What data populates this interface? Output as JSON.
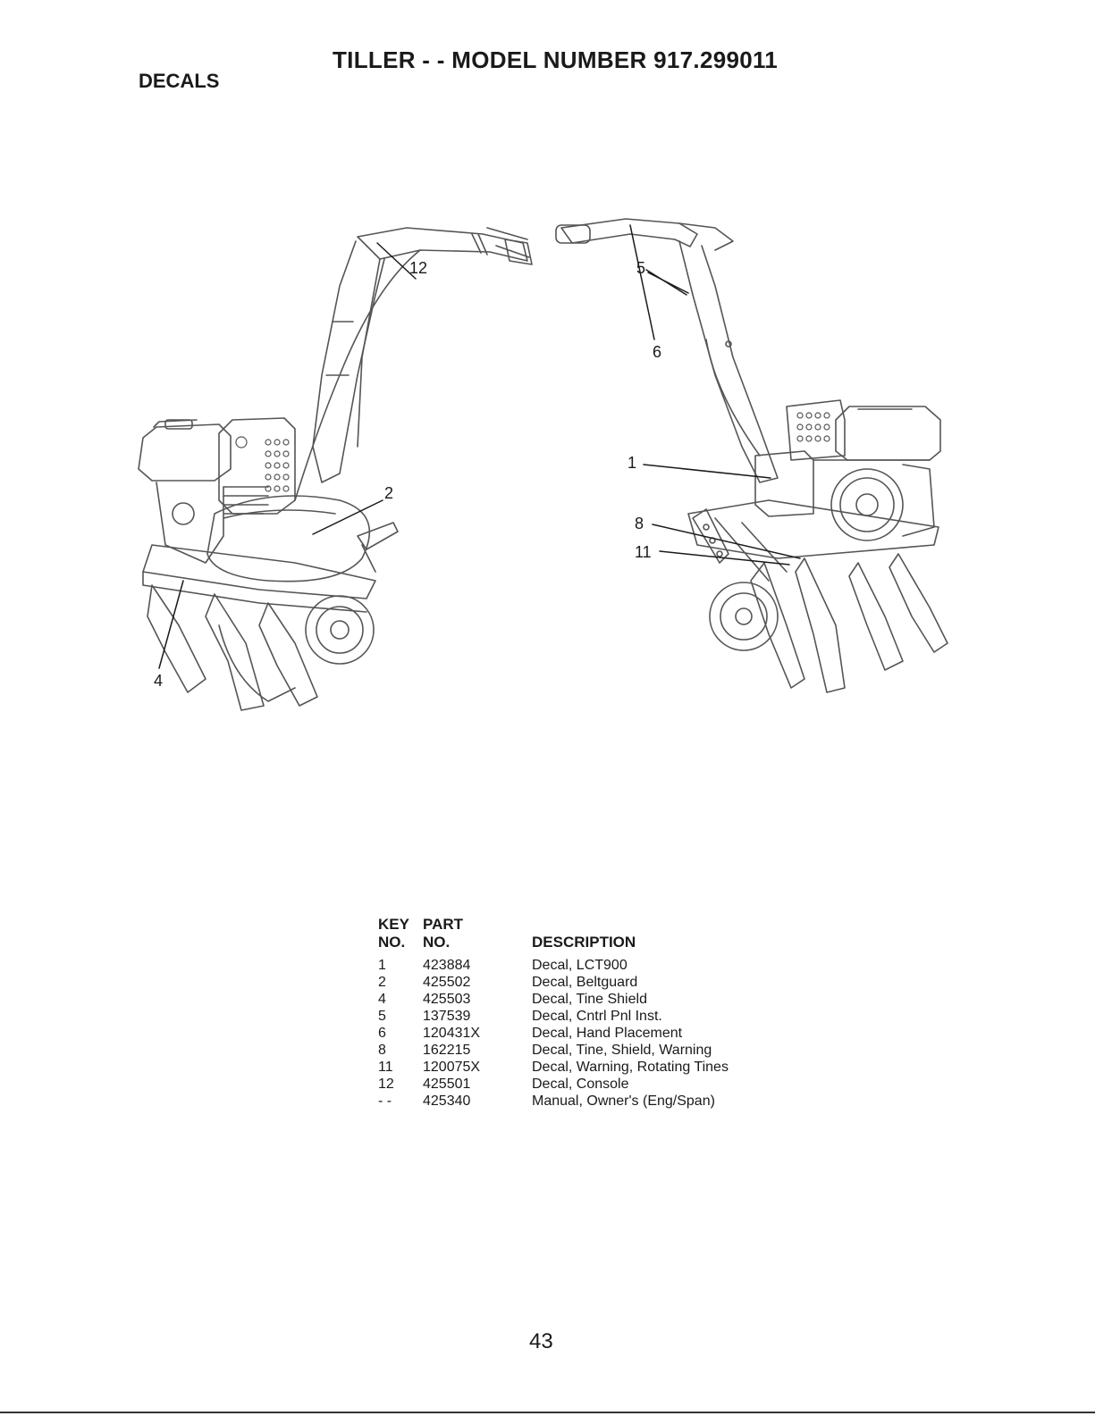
{
  "header": {
    "title": "TILLER - - MODEL NUMBER 917.299011",
    "section": "DECALS"
  },
  "figure": {
    "callouts": [
      "12",
      "2",
      "4",
      "5",
      "6",
      "1",
      "8",
      "11"
    ]
  },
  "parts_table": {
    "col1_line1": "KEY",
    "col1_line2": "NO.",
    "col2_line1": "PART",
    "col2_line2": "NO.",
    "col3": "DESCRIPTION",
    "rows": [
      {
        "key": "1",
        "part": "423884",
        "desc": "Decal, LCT900"
      },
      {
        "key": "2",
        "part": "425502",
        "desc": "Decal, Beltguard"
      },
      {
        "key": "4",
        "part": "425503",
        "desc": "Decal, Tine Shield"
      },
      {
        "key": "5",
        "part": "137539",
        "desc": "Decal, Cntrl Pnl Inst."
      },
      {
        "key": "6",
        "part": "120431X",
        "desc": "Decal, Hand Placement"
      },
      {
        "key": "8",
        "part": "162215",
        "desc": "Decal, Tine, Shield, Warning"
      },
      {
        "key": "11",
        "part": "120075X",
        "desc": "Decal, Warning, Rotating Tines"
      },
      {
        "key": "12",
        "part": "425501",
        "desc": "Decal, Console"
      },
      {
        "key": "- -",
        "part": "425340",
        "desc": "Manual, Owner's (Eng/Span)"
      }
    ]
  },
  "footer": {
    "page_number": "43"
  },
  "colors": {
    "ink": "#1a1a1a",
    "line_art": "#555555"
  }
}
